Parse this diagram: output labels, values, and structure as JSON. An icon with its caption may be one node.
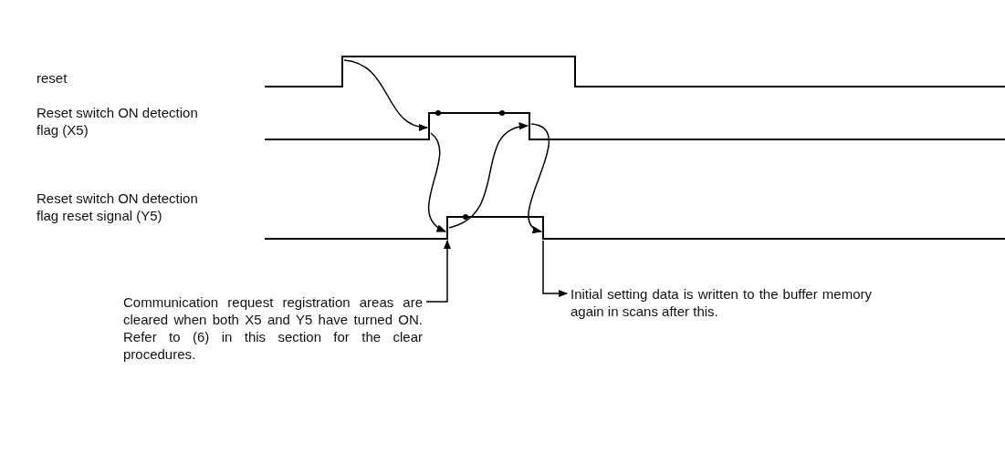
{
  "diagram": {
    "nodes": [
      {
        "text": [],
        "shape": "box"
      },
      {
        "text": [],
        "shape": "box"
      },
      {
        "text": [],
        "shape": "box"
      },
      {
        "text": [
          "Communication request registration areas are cleared when both X5 and Y5 have turned ON. Refer to (6) in this section for the clear procedures."
        ]
      },
      {
        "text": [
          "Initial setting data is written to the buffer memory again in scans after this."
        ]
      }
    ],
    "edges": [
      {
        "from": 0,
        "to": 1,
        "arrow": "to"
      },
      {
        "from": 1,
        "to": 2,
        "arrow": "to"
      },
      {
        "from": 2,
        "to": 1,
        "arrow": "to"
      },
      {
        "from": 1,
        "to": 2,
        "arrow": "to"
      },
      {
        "from": 3,
        "to": 2,
        "arrow": "to"
      },
      {
        "from": 2,
        "to": 4,
        "arrow": "to"
      }
    ],
    "labels": [
      "reset",
      "Reset switch ON detection flag (X5)",
      "Reset switch ON detection flag reset signal (Y5)"
    ]
  }
}
